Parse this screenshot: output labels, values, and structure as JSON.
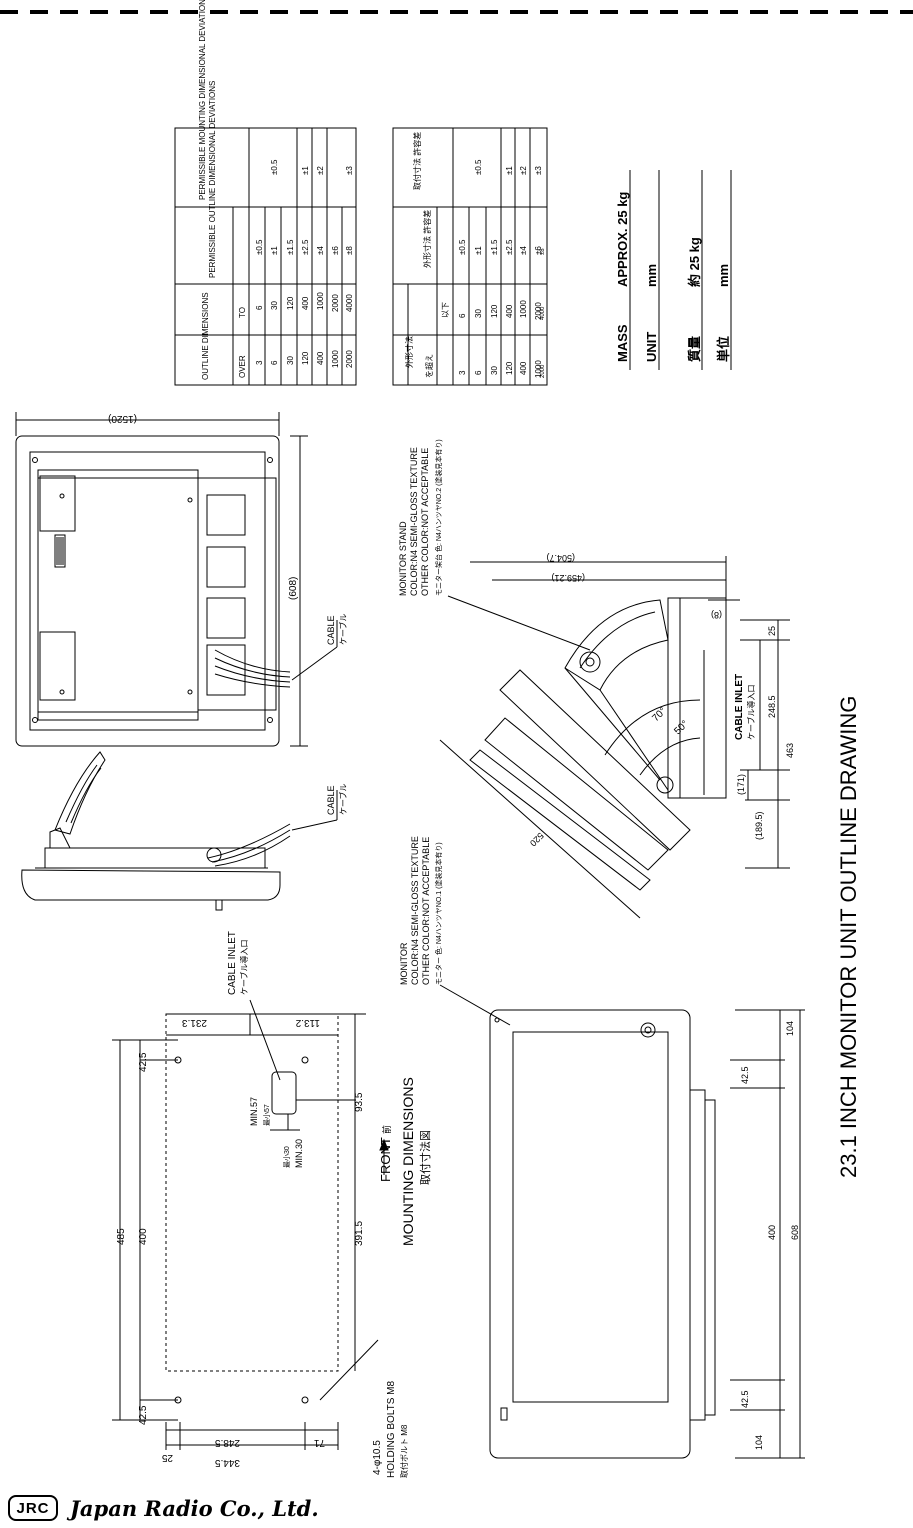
{
  "title": "23.1 INCH MONITOR UNIT OUTLINE DRAWING",
  "mass": {
    "label_en": "MASS",
    "value_en": "APPROX. 25 kg",
    "unit_label_en": "UNIT",
    "unit_value_en": "mm",
    "label_jp": "質量",
    "value_jp": "約 25 kg",
    "unit_label_jp": "単位",
    "unit_value_jp": "mm"
  },
  "table_en": {
    "h_outline": "OUTLINE DIMENSIONS",
    "h_over": "OVER",
    "h_to": "TO",
    "h_outline_dev": "PERMISSIBLE OUTLINE DIMENSIONAL DEVIATIONS",
    "h_mount_dev": "PERMISSIBLE MOUNTING DIMENSIONAL DEVIATIONS",
    "rows": [
      {
        "over": "3",
        "to": "6",
        "dev": "±0.5"
      },
      {
        "over": "6",
        "to": "30",
        "dev": "±1"
      },
      {
        "over": "30",
        "to": "120",
        "dev": "±1.5"
      },
      {
        "over": "120",
        "to": "400",
        "dev": "±2.5"
      },
      {
        "over": "400",
        "to": "1000",
        "dev": "±4"
      },
      {
        "over": "1000",
        "to": "2000",
        "dev": "±6"
      },
      {
        "over": "2000",
        "to": "4000",
        "dev": "±8"
      }
    ],
    "mount_vals": [
      "±0.5",
      "±1",
      "±2",
      "±3"
    ]
  },
  "table_jp": {
    "h_outline": "外形寸法",
    "h_over": "を超え",
    "h_to": "以下",
    "h_outline_dev": "外形寸法 許容差",
    "h_mount_dev": "取付寸法 許容差",
    "rows": [
      {
        "over": "3",
        "to": "6",
        "dev": "±0.5"
      },
      {
        "over": "6",
        "to": "30",
        "dev": "±1"
      },
      {
        "over": "30",
        "to": "120",
        "dev": "±1.5"
      },
      {
        "over": "120",
        "to": "400",
        "dev": "±2.5"
      },
      {
        "over": "400",
        "to": "1000",
        "dev": "±4"
      },
      {
        "over": "1000",
        "to": "2000",
        "dev": "±6"
      },
      {
        "over": "2000",
        "to": "4000",
        "dev": "±8"
      }
    ],
    "mount_vals": [
      "±0.5",
      "±1",
      "±2",
      "±3"
    ]
  },
  "rear": {
    "dim_1520": "(1520)",
    "dim_608": "(608)",
    "cable_en": "CABLE",
    "cable_jp": "ケーブル"
  },
  "side": {
    "cable_en": "CABLE",
    "cable_jp": "ケーブル"
  },
  "stand": {
    "label_1": "MONITOR STAND",
    "label_2": "COLOR:N4 SEMI-GLOSS TEXTURE",
    "label_3": "OTHER COLOR:NOT ACCEPTABLE",
    "label_jp": "モニター架台 色: N4ハンツヤNO.2 (塗装見本有り)",
    "dim_504_7": "(504.7)",
    "dim_459_21": "(459.21)",
    "dim_8": "(8)",
    "dim_520": "520",
    "dim_25": "25",
    "dim_248_5": "248.5",
    "dim_463": "463",
    "dim_171": "(171)",
    "dim_189_5": "(189.5)",
    "ang_70": "70°",
    "ang_50": "50°",
    "inlet_en": "CABLE INLET",
    "inlet_jp": "ケーブル導入口"
  },
  "monitor": {
    "label_1": "MONITOR",
    "label_2": "COLOR:N4 SEMI-GLOSS TEXTURE",
    "label_3": "OTHER COLOR:NOT ACCEPTABLE",
    "label_jp": "モニター 色: N4ハンツヤNO.1 (塗装見本有り)",
    "dim_104a": "104",
    "dim_42_5a": "42.5",
    "dim_400": "400",
    "dim_42_5b": "42.5",
    "dim_104b": "104",
    "dim_608": "608"
  },
  "mounting": {
    "title_en": "MOUNTING DIMENSIONS",
    "title_jp": "取付寸法図",
    "front_en": "FRONT",
    "front_jp": "前",
    "bolts_en": "HOLDING BOLTS M8",
    "bolts_jp": "取付ボルト M8",
    "holes": "4-φ10.5",
    "inlet_en": "CABLE INLET",
    "inlet_jp": "ケーブル導入口",
    "min57": "MIN.57",
    "min57_jp": "最小57",
    "min30": "MIN.30",
    "min30_jp": "最小30",
    "dim_485": "485",
    "dim_42_5a": "42.5",
    "dim_400": "400",
    "dim_42_5b": "42.5",
    "dim_231_3": "231.3",
    "dim_113_2": "113.2",
    "dim_93_5": "93.5",
    "dim_391_5": "391.5",
    "dim_25": "25",
    "dim_248_5": "248.5",
    "dim_71": "71",
    "dim_344_5": "344.5"
  },
  "footer": {
    "badge": "JRC",
    "company": "Japan Radio Co., Ltd."
  }
}
